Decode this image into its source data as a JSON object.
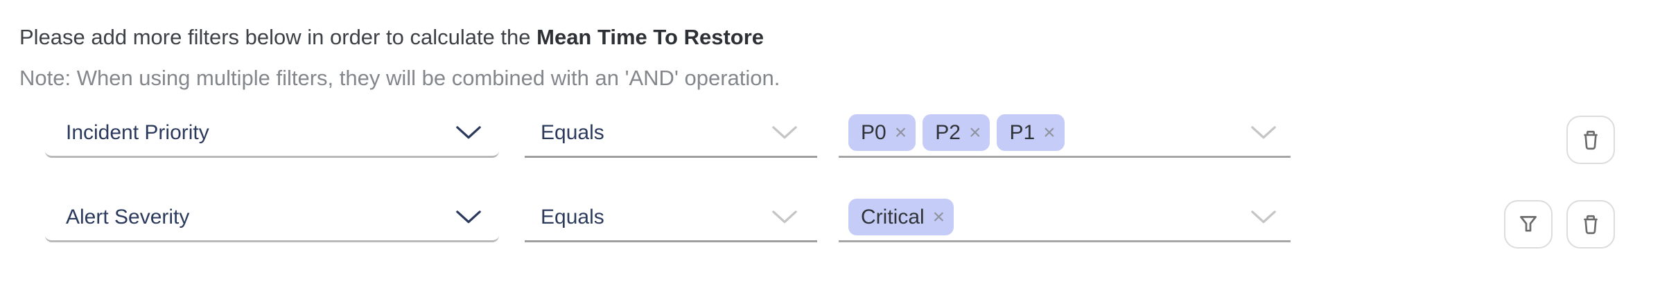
{
  "header": {
    "intro_text": "Please add more filters below in order to calculate the ",
    "intro_bold": "Mean Time To Restore",
    "note": "Note: When using multiple filters, they will be combined with an 'AND' operation."
  },
  "icons": {
    "close_glyph": "×"
  },
  "colors": {
    "chip_background": "#c4ccf7",
    "label_navy": "#2b3a5c",
    "note_gray": "#83868b",
    "icon_gray": "#6b6b6b",
    "chevron_gray": "#c5c5c5",
    "button_border": "#dcdcdc"
  },
  "rows": [
    {
      "field_label": "Incident Priority",
      "operator": "Equals",
      "values": [
        "P0",
        "P2",
        "P1"
      ],
      "actions": [
        "delete"
      ]
    },
    {
      "field_label": "Alert Severity",
      "operator": "Equals",
      "values": [
        "Critical"
      ],
      "actions": [
        "filter",
        "delete"
      ]
    }
  ]
}
